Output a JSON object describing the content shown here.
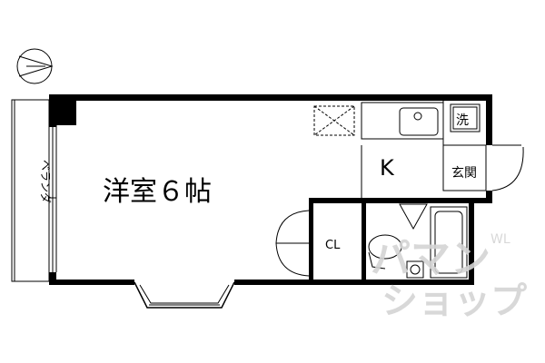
{
  "rooms": {
    "western_room": "洋室６帖",
    "kitchen": "K",
    "closet": "CL",
    "entrance": "玄関",
    "washer": "洗",
    "balcony": "ベランダ"
  },
  "watermark": {
    "line1": "パマン",
    "line2": "ショップ",
    "small": "WL"
  }
}
